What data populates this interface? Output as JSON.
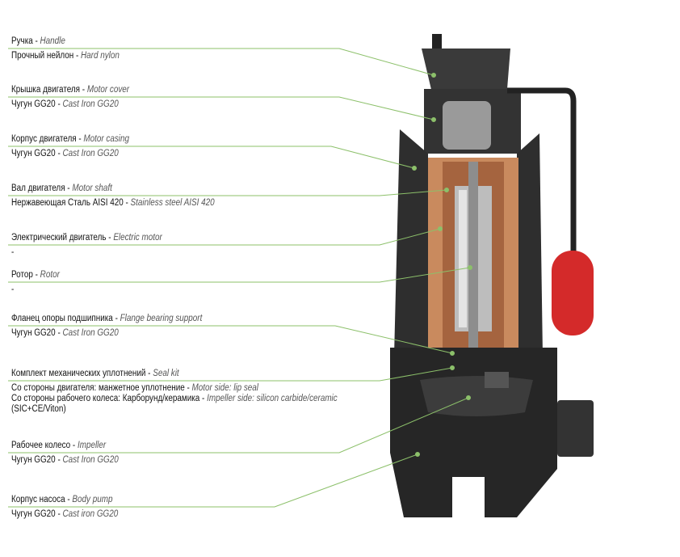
{
  "callouts": [
    {
      "ru": "Ручка",
      "en": "Handle",
      "ru2": "Прочный нейлон",
      "en2": "Hard nylon"
    },
    {
      "ru": "Крышка двигателя",
      "en": "Motor cover",
      "ru2": "Чугун GG20",
      "en2": "Cast Iron GG20"
    },
    {
      "ru": "Корпус двигателя",
      "en": "Motor casing",
      "ru2": "Чугун GG20",
      "en2": "Cast Iron GG20"
    },
    {
      "ru": "Вал двигателя",
      "en": "Motor shaft",
      "ru2": "Нержавеющая Сталь AISI 420",
      "en2": "Stainless steel AISI 420"
    },
    {
      "ru": "Электрический двигатель",
      "en": "Electric motor",
      "ru2": "-",
      "en2": ""
    },
    {
      "ru": "Ротор",
      "en": "Rotor",
      "ru2": "-",
      "en2": ""
    },
    {
      "ru": "Фланец опоры подшипника",
      "en": "Flange bearing support",
      "ru2": "Чугун GG20",
      "en2": "Cast Iron GG20"
    },
    {
      "ru": "Комплект механических уплотнений",
      "en": "Seal kit",
      "ru2": "Со стороны двигателя: манжетное уплотнение",
      "en2": "Motor side: lip seal",
      "ru3": "Со стороны рабочего колеса: Карборунд/керамика",
      "en3": "Impeller side: silicon carbide/ceramic",
      "ru4": "(SIC+CE/Viton)"
    },
    {
      "ru": "Рабочее колесо",
      "en": "Impeller",
      "ru2": "Чугун GG20",
      "en2": "Cast Iron GG20"
    },
    {
      "ru": "Корпус насоса",
      "en": "Body pump",
      "ru2": "Чугун GG20",
      "en2": "Cast iron GG20"
    }
  ],
  "colors": {
    "leader": "#8cc06a",
    "body": "#2a2a2a",
    "float": "#d42a2a",
    "copper": "#c98a5e"
  }
}
